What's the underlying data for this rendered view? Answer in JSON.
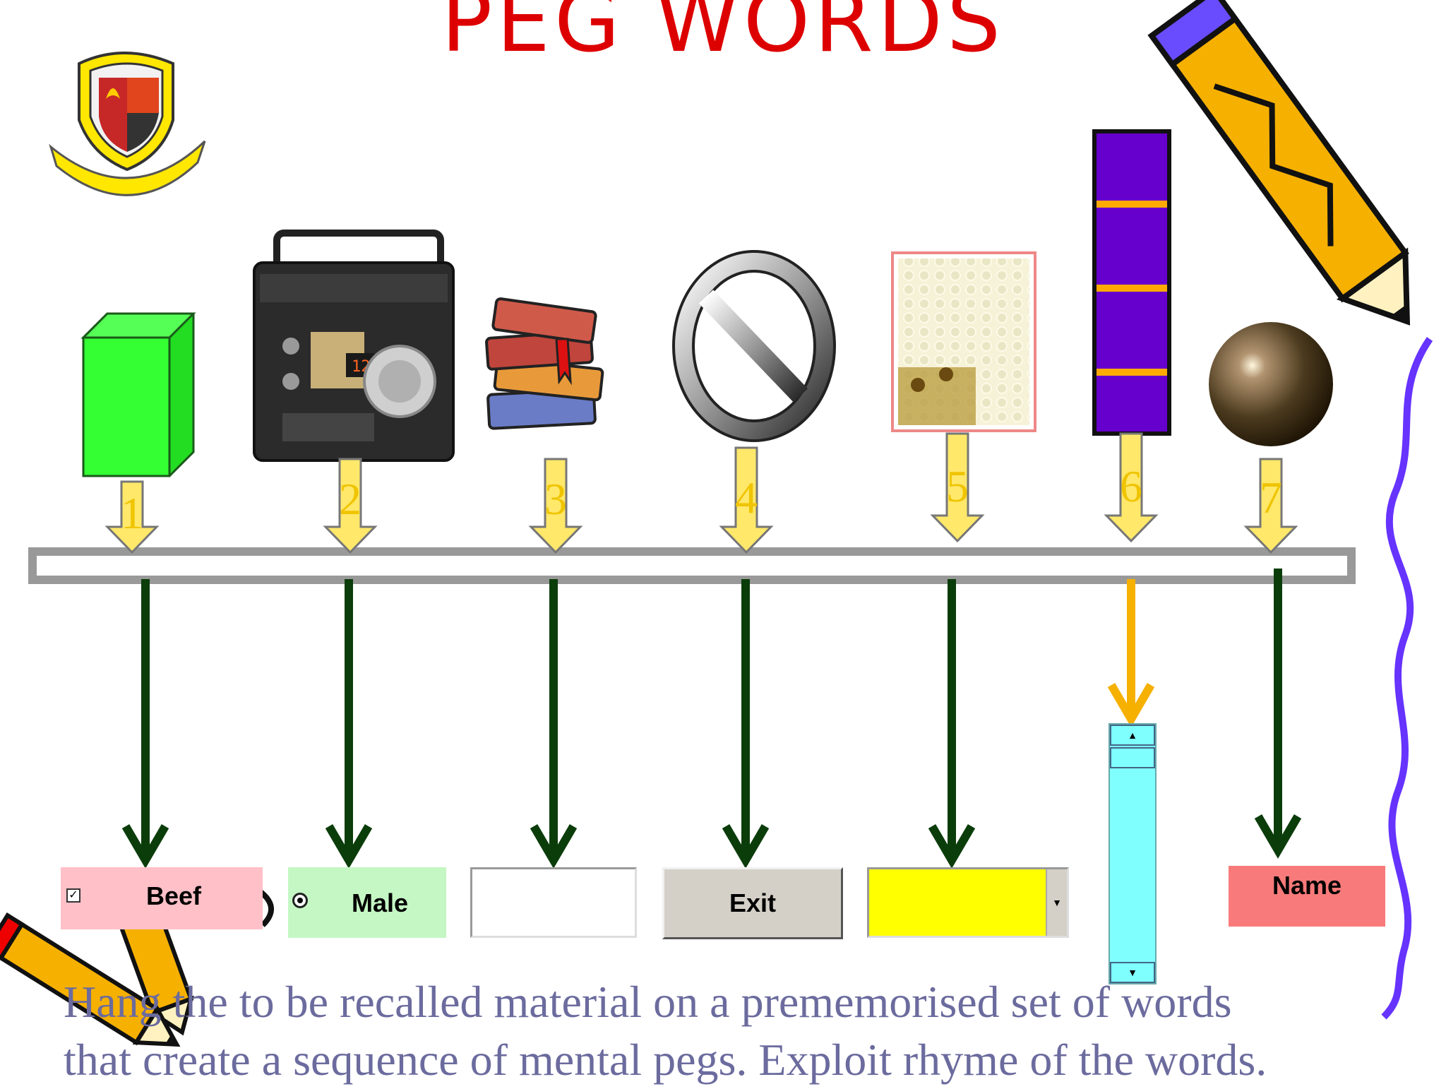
{
  "slide": {
    "title": "PEG WORDS",
    "caption_line1": "Hang the to be recalled material on a prememorised set of words",
    "caption_line2": "that create a sequence of mental pegs. Exploit rhyme of the words."
  },
  "pegs": [
    "1",
    "2",
    "3",
    "4",
    "5",
    "6",
    "7"
  ],
  "controls": {
    "checkbox": {
      "label": "Beef",
      "checked": true
    },
    "radio": {
      "label": "Male",
      "selected": true
    },
    "textbox": {
      "value": ""
    },
    "button": {
      "label": "Exit"
    },
    "combo": {
      "value": ""
    },
    "scrollbar": {
      "position": 0
    },
    "label": {
      "text": "Name"
    }
  },
  "colors": {
    "title": "#dd0000",
    "caption": "#6b6b9e",
    "bar": "#999999",
    "arrow_yellow": "#ffe86a",
    "arrow_green": "#0b3d0b",
    "arrow_orange": "#f6b000",
    "checkbox_bg": "#ffc0c8",
    "radio_bg": "#c4f7c4",
    "combo_bg": "#ffff00",
    "scroll_bg": "#80ffff",
    "label_bg": "#f87a7a",
    "wavy_line": "#6633ff"
  },
  "icons": [
    "university-crest-icon",
    "green-cube-icon",
    "radio-receiver-icon",
    "books-stack-icon",
    "no-symbol-icon",
    "honeycomb-image-icon",
    "purple-stick-icon",
    "bronze-sphere-icon",
    "pencil-icon"
  ]
}
